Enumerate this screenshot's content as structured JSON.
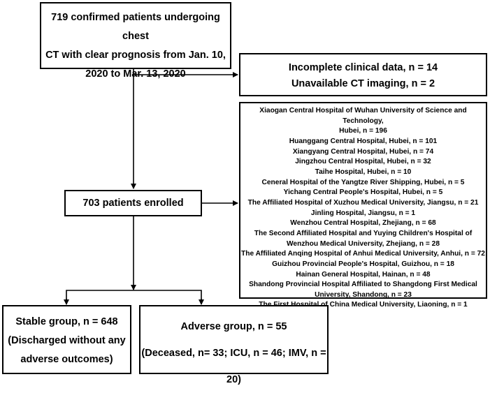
{
  "top": {
    "lines": [
      "719 confirmed patients undergoing chest",
      "CT with clear prognosis from Jan. 10,",
      "2020 to Mar. 13, 2020"
    ]
  },
  "exclusion": {
    "lines": [
      "Incomplete clinical data, n = 14",
      "Unavailable CT imaging, n = 2"
    ]
  },
  "hospitals": {
    "lines": [
      "Xiaogan Central Hospital of Wuhan University of Science and Technology,",
      "Hubei, n = 196",
      "Huanggang Central Hospital, Hubei, n = 101",
      "Xiangyang Central Hospital, Hubei, n = 74",
      "Jingzhou Central Hospital, Hubei, n = 32",
      "Taihe Hospital, Hubei, n = 10",
      "Ceneral Hospital of the Yangtze River Shipping, Hubei, n = 5",
      "Yichang Central People's Hospital, Hubei, n = 5",
      "The Affiliated Hospital of Xuzhou Medical University, Jiangsu, n = 21",
      "Jinling Hospital, Jiangsu, n = 1",
      "Wenzhou Central Hospital, Zhejiang, n = 68",
      "The Second Affiliated Hospital and Yuying Children's Hospital of",
      "Wenzhou Medical University, Zhejiang, n = 28",
      "The Affiliated Anqing Hospital of Anhui Medical University, Anhui, n = 72",
      "Guizhou Provincial People's Hospital, Guizhou, n = 18",
      "Hainan General Hospital, Hainan, n = 48",
      "Shandong Provincial Hospital Affiliated to Shangdong First Medical",
      "University, Shandong, n = 23",
      "The First Hospital of China Medical University, Liaoning, n = 1"
    ]
  },
  "enrolled": {
    "label": "703 patients enrolled"
  },
  "stable": {
    "lines": [
      "Stable group, n = 648",
      "(Discharged without any",
      "adverse outcomes)"
    ]
  },
  "adverse": {
    "lines": [
      "Adverse group, n = 55",
      "(Deceased, n= 33; ICU, n = 46; IMV, n = 20)"
    ]
  }
}
